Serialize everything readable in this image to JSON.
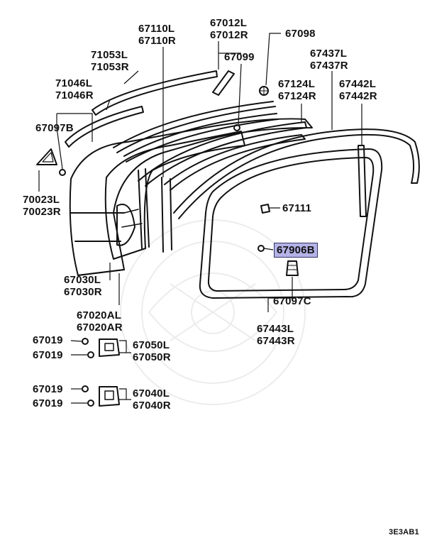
{
  "diagram_code": "3E3AB1",
  "highlight_color": "#b4b2e6",
  "labels": {
    "p67012": "67012L\n67012R",
    "p67110": "67110L\n67110R",
    "p67098": "67098",
    "p71053": "71053L\n71053R",
    "p67099": "67099",
    "p67437": "67437L\n67437R",
    "p71046": "71046L\n71046R",
    "p67124": "67124L\n67124R",
    "p67442": "67442L\n67442R",
    "p67097B": "67097B",
    "p70023": "70023L\n70023R",
    "p67111": "67111",
    "p67906B": "67906B",
    "p67030": "67030L\n67030R",
    "p67097C": "67097C",
    "p67020": "67020AL\n67020AR",
    "p67443": "67443L\n67443R",
    "p67019a": "67019",
    "p67019b": "67019",
    "p67050": "67050L\n67050R",
    "p67019c": "67019",
    "p67019d": "67019",
    "p67040": "67040L\n67040R"
  }
}
